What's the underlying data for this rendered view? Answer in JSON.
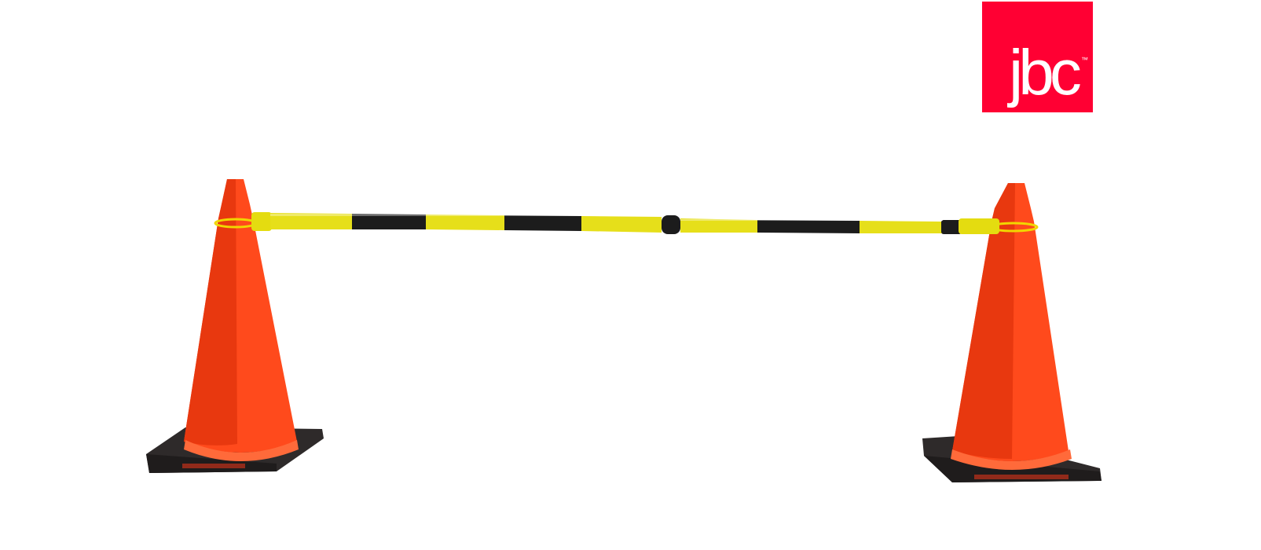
{
  "logo": {
    "text": "jbc",
    "trademark": "™",
    "color": "#ff0033"
  },
  "scene": {
    "objects": [
      "traffic-cone",
      "cone-bar",
      "traffic-cone"
    ],
    "colors": {
      "cone": "#ff4a1c",
      "cone_shadow": "#e8380f",
      "base": "#2e2a2a",
      "bar_yellow": "#e6df1a",
      "bar_black": "#1c1c1c"
    }
  }
}
